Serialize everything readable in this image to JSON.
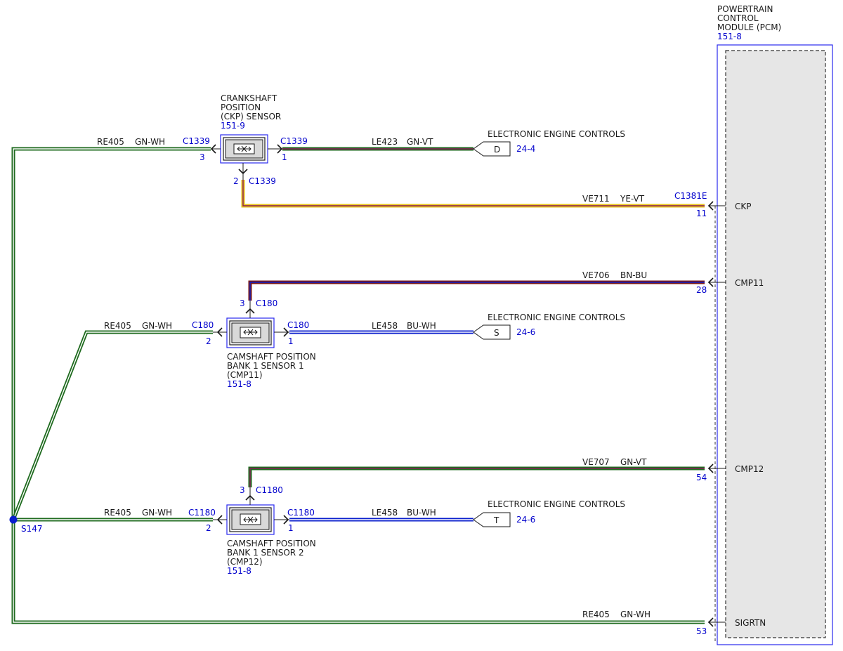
{
  "colors": {
    "green": "#1f6b1f",
    "white": "#ffffff",
    "yellow": "#e6c21a",
    "violet": "#8c1e5a",
    "blue": "#0a1ecc",
    "brown": "#7a1a1a",
    "label_blue": "#0000cc",
    "line_black": "#1a1a1a"
  },
  "pcm": {
    "title_lines": [
      "POWERTRAIN",
      "CONTROL",
      "MODULE (PCM)"
    ],
    "ref": "151-8",
    "pins": [
      {
        "name": "CKP",
        "number": "11",
        "connector": "C1381E"
      },
      {
        "name": "CMP11",
        "number": "28"
      },
      {
        "name": "CMP12",
        "number": "54"
      },
      {
        "name": "SIGRTN",
        "number": "53"
      }
    ]
  },
  "ckp_sensor": {
    "title_lines": [
      "CRANKSHAFT",
      "POSITION",
      "(CKP) SENSOR"
    ],
    "ref": "151-9",
    "connector_left": "C1339",
    "pin_left": "3",
    "connector_right": "C1339",
    "pin_right": "1",
    "pin_bottom": "2",
    "connector_bottom": "C1339"
  },
  "cmp11_sensor": {
    "title_lines": [
      "CAMSHAFT POSITION",
      "BANK 1 SENSOR 1",
      "(CMP11)"
    ],
    "ref": "151-8",
    "connector_left": "C180",
    "pin_left": "2",
    "connector_right": "C180",
    "pin_right": "1",
    "pin_top": "3",
    "connector_top": "C180"
  },
  "cmp12_sensor": {
    "title_lines": [
      "CAMSHAFT POSITION",
      "BANK 1 SENSOR 2",
      "(CMP12)"
    ],
    "ref": "151-8",
    "connector_left": "C1180",
    "pin_left": "2",
    "connector_right": "C1180",
    "pin_right": "1",
    "pin_top": "3",
    "connector_top": "C1180"
  },
  "wires": {
    "ckp_left": {
      "circuit": "RE405",
      "color": "GN-WH"
    },
    "ckp_right": {
      "circuit": "LE423",
      "color": "GN-VT"
    },
    "ckp_pcm": {
      "circuit": "VE711",
      "color": "YE-VT"
    },
    "cmp11_pcm": {
      "circuit": "VE706",
      "color": "BN-BU"
    },
    "cmp11_left": {
      "circuit": "RE405",
      "color": "GN-WH"
    },
    "cmp11_right": {
      "circuit": "LE458",
      "color": "BU-WH"
    },
    "cmp12_pcm": {
      "circuit": "VE707",
      "color": "GN-VT"
    },
    "cmp12_left": {
      "circuit": "RE405",
      "color": "GN-WH"
    },
    "cmp12_right": {
      "circuit": "LE458",
      "color": "BU-WH"
    },
    "sigrtn": {
      "circuit": "RE405",
      "color": "GN-WH"
    }
  },
  "references": [
    {
      "title": "ELECTRONIC ENGINE CONTROLS",
      "letter": "D",
      "page": "24-4"
    },
    {
      "title": "ELECTRONIC ENGINE CONTROLS",
      "letter": "S",
      "page": "24-6"
    },
    {
      "title": "ELECTRONIC ENGINE CONTROLS",
      "letter": "T",
      "page": "24-6"
    }
  ],
  "splice": {
    "label": "S147"
  }
}
